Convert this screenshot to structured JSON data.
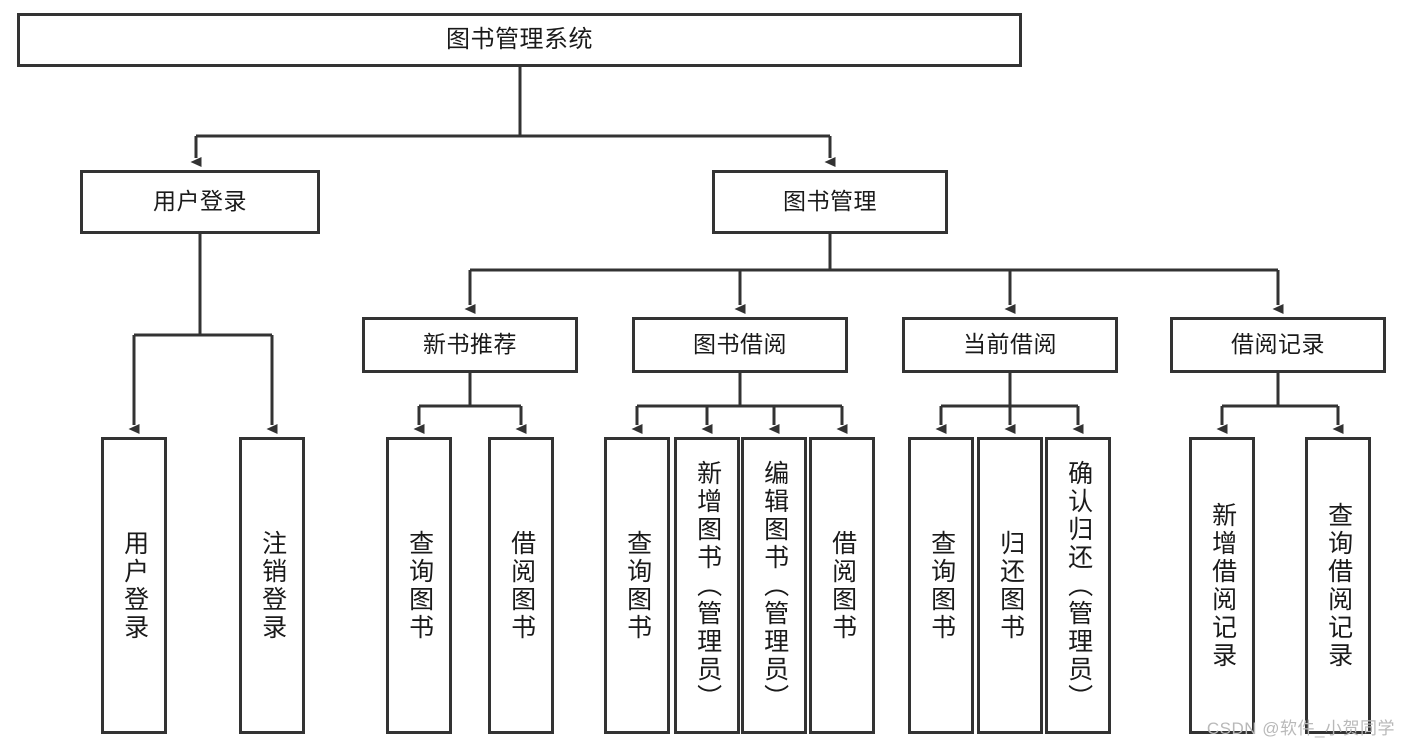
{
  "diagram": {
    "title": "图书管理系统",
    "type": "tree-hierarchy",
    "root": {
      "label": "图书管理系统"
    },
    "level2": [
      {
        "label": "用户登录"
      },
      {
        "label": "图书管理"
      }
    ],
    "level3": [
      {
        "label": "新书推荐"
      },
      {
        "label": "图书借阅"
      },
      {
        "label": "当前借阅"
      },
      {
        "label": "借阅记录"
      }
    ],
    "leaves": {
      "user_login": [
        {
          "label": "用户登录"
        },
        {
          "label": "注销登录"
        }
      ],
      "new_book_recommend": [
        {
          "label": "查询图书"
        },
        {
          "label": "借阅图书"
        }
      ],
      "book_borrow": [
        {
          "label": "查询图书"
        },
        {
          "label": "新增图书（管理员）"
        },
        {
          "label": "编辑图书（管理员）"
        },
        {
          "label": "借阅图书"
        }
      ],
      "current_borrow": [
        {
          "label": "查询图书"
        },
        {
          "label": "归还图书"
        },
        {
          "label": "确认归还（管理员）"
        }
      ],
      "borrow_records": [
        {
          "label": "新增借阅记录"
        },
        {
          "label": "查询借阅记录"
        }
      ]
    }
  },
  "watermark": {
    "text": "CSDN @软件_小贺同学"
  },
  "colors": {
    "stroke": "#333333",
    "background": "#ffffff",
    "text": "#1a1a1a",
    "watermark": "#b9b9b9"
  }
}
